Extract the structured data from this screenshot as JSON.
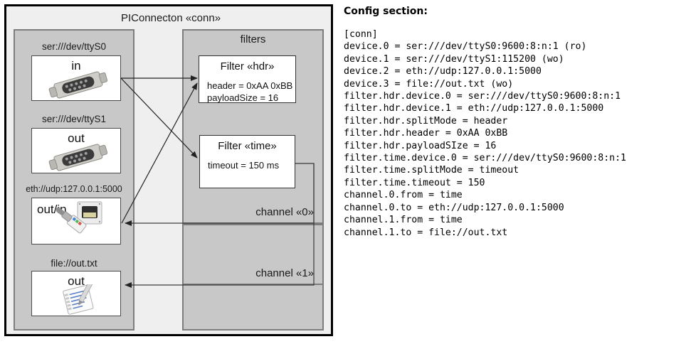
{
  "diagram": {
    "title": "PIConnecton «conn»",
    "devices_panel": {
      "name": "devices",
      "items": [
        {
          "caption": "ser:///dev/ttyS0",
          "direction": "in",
          "icon": "serial-db9-icon"
        },
        {
          "caption": "ser:///dev/ttyS1",
          "direction": "out",
          "icon": "serial-db9-icon"
        },
        {
          "caption": "eth://udp:127.0.0.1:5000",
          "direction": "out/in",
          "icon": "ethernet-rj45-icon"
        },
        {
          "caption": "file://out.txt",
          "direction": "out",
          "icon": "text-file-icon"
        }
      ]
    },
    "filters_panel": {
      "title": "filters",
      "filters": [
        {
          "title": "Filter «hdr»",
          "props": "header = 0xAA 0xBB\npayloadSize = 16"
        },
        {
          "title": "Filter «time»",
          "props": "timeout = 150 ms"
        }
      ],
      "channels": [
        {
          "label": "channel «0»"
        },
        {
          "label": "channel «1»"
        }
      ]
    }
  },
  "config": {
    "heading": "Config section:",
    "lines": "[conn]\ndevice.0 = ser:///dev/ttyS0:9600:8:n:1 (ro)\ndevice.1 = ser:///dev/ttyS1:115200 (wo)\ndevice.2 = eth://udp:127.0.0.1:5000\ndevice.3 = file://out.txt (wo)\nfilter.hdr.device.0 = ser:///dev/ttyS0:9600:8:n:1\nfilter.hdr.device.1 = eth://udp:127.0.0.1:5000\nfilter.hdr.splitMode = header\nfilter.hdr.header = 0xAA 0xBB\nfilter.hdr.payloadSIze = 16\nfilter.time.device.0 = ser:///dev/ttyS0:9600:8:n:1\nfilter.time.splitMode = timeout\nfilter.time.timeout = 150\nchannel.0.from = time\nchannel.0.to = eth://udp:127.0.0.1:5000\nchannel.1.from = time\nchannel.1.to = file://out.txt"
  },
  "colors": {
    "panel_fill": "#c8c8c8",
    "panel_border": "#7d7d7d",
    "frame_fill": "#efefef",
    "frame_border": "#000000",
    "box_fill": "#ffffff",
    "wire": "#333333"
  }
}
